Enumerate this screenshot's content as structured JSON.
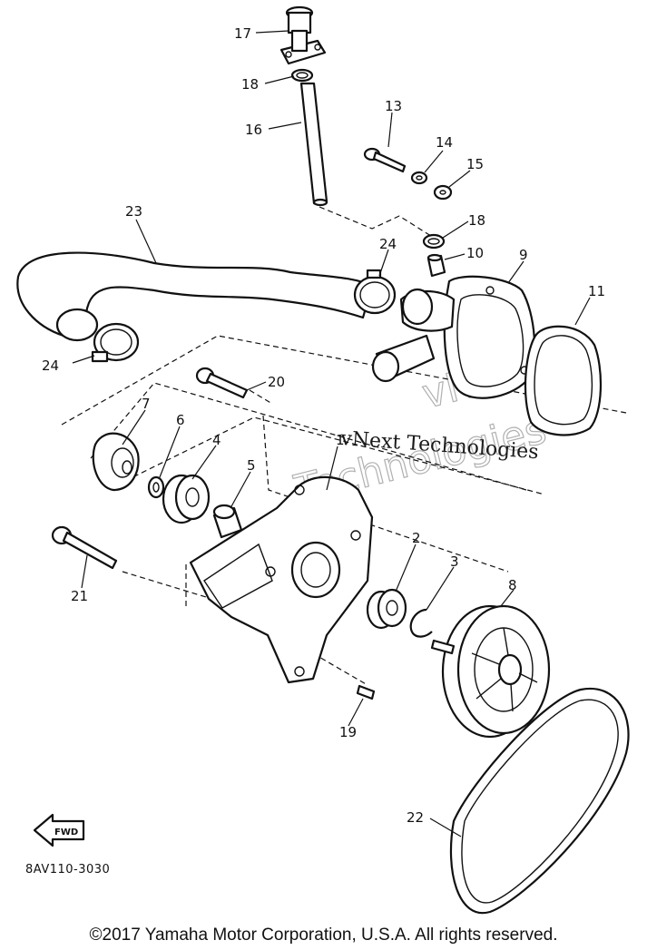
{
  "callouts": {
    "n1": "1",
    "n2": "2",
    "n3": "3",
    "n4": "4",
    "n5": "5",
    "n6": "6",
    "n7": "7",
    "n8": "8",
    "n9": "9",
    "n10": "10",
    "n11": "11",
    "n13": "13",
    "n14": "14",
    "n15": "15",
    "n16": "16",
    "n17": "17",
    "n18a": "18",
    "n18b": "18",
    "n19": "19",
    "n20": "20",
    "n21": "21",
    "n22": "22",
    "n23": "23",
    "n24a": "24",
    "n24b": "24"
  },
  "watermark": {
    "line1": "vNext Technologies",
    "line2": "Technologies",
    "line3": "vNext"
  },
  "fwd_label": "FWD",
  "diagram_code": "8AV110-3030",
  "copyright": "©2017 Yamaha Motor Corporation, U.S.A. All rights reserved."
}
